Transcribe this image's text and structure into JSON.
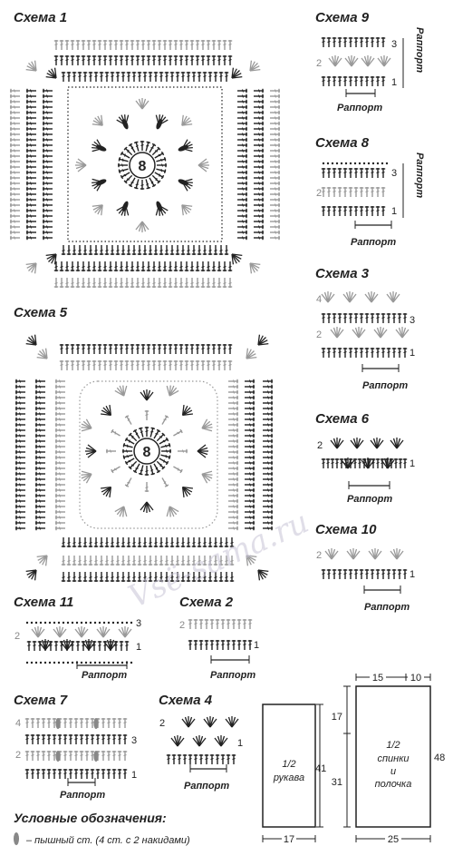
{
  "schemes": {
    "s1": {
      "title": "Схема 1",
      "center": "8"
    },
    "s5": {
      "title": "Схема 5",
      "center": "8"
    },
    "s9": {
      "title": "Схема 9",
      "rows": [
        "3",
        "2",
        "1"
      ],
      "rapport": "Раппорт",
      "side": "Раппорт"
    },
    "s8": {
      "title": "Схема 8",
      "rows": [
        "3",
        "2",
        "1"
      ],
      "rapport": "Раппорт",
      "side": "Раппорт"
    },
    "s3": {
      "title": "Схема 3",
      "rows": [
        "4",
        "3",
        "2",
        "1"
      ],
      "rapport": "Раппорт"
    },
    "s6": {
      "title": "Схема 6",
      "rows": [
        "2",
        "1"
      ],
      "rapport": "Раппорт"
    },
    "s10": {
      "title": "Схема 10",
      "rows": [
        "2",
        "1"
      ],
      "rapport": "Раппорт"
    },
    "s11": {
      "title": "Схема 11",
      "rows": [
        "3",
        "2",
        "1"
      ],
      "rapport": "Раппорт"
    },
    "s2": {
      "title": "Схема 2",
      "rows": [
        "2",
        "1"
      ],
      "rapport": "Раппорт"
    },
    "s7": {
      "title": "Схема 7",
      "rows": [
        "4",
        "3",
        "2",
        "1"
      ],
      "rapport": "Раппорт"
    },
    "s4": {
      "title": "Схема 4",
      "rows": [
        "2",
        "1"
      ],
      "rapport": "Раппорт"
    }
  },
  "legend": {
    "title": "Условные обозначения:",
    "item": "– пышный ст. (4 ст. с 2 накидами)"
  },
  "patterns": {
    "sleeve": {
      "label_1": "1/2",
      "label_2": "рукава",
      "height": "41",
      "width": "17"
    },
    "body": {
      "label_1": "1/2",
      "label_2": "спинки",
      "label_3": "и",
      "label_4": "полочка",
      "top_left": "15",
      "top_right": "10",
      "side_top": "17",
      "side_bottom": "31",
      "height": "48",
      "width": "25"
    }
  },
  "watermark": "Vsё-sama.ru",
  "colors": {
    "ink": "#222222",
    "gray": "#9a9a9a"
  }
}
